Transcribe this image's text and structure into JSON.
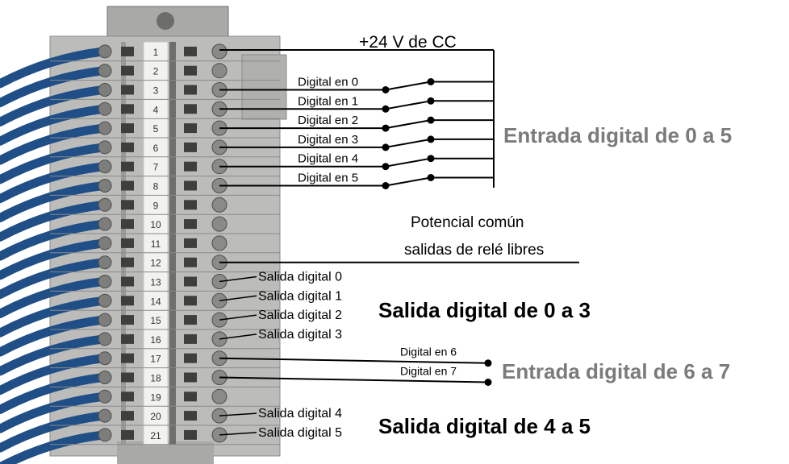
{
  "supply_label": "+24 V de CC",
  "terminal_numbers": [
    "1",
    "2",
    "3",
    "4",
    "5",
    "6",
    "7",
    "8",
    "9",
    "10",
    "11",
    "12",
    "13",
    "14",
    "15",
    "16",
    "17",
    "18",
    "19",
    "20",
    "21"
  ],
  "digital_inputs_a": [
    "Digital en 0",
    "Digital en 1",
    "Digital en 2",
    "Digital en 3",
    "Digital en 4",
    "Digital en 5"
  ],
  "group_input_0_5": "Entrada digital de 0 a 5",
  "common_label_line1": "Potencial común",
  "common_label_line2": "salidas de relé libres",
  "digital_outputs_a": [
    "Salida digital 0",
    "Salida digital 1",
    "Salida digital 2",
    "Salida digital 3"
  ],
  "group_output_0_3": "Salida digital de 0 a 3",
  "digital_inputs_b": [
    "Digital en 6",
    "Digital en 7"
  ],
  "group_input_6_7": "Entrada digital de 6 a 7",
  "digital_outputs_b": [
    "Salida digital 4",
    "Salida digital 5"
  ],
  "group_output_4_5": "Salida digital de 4 a 5",
  "colors": {
    "housing": "#b9b9b7",
    "housing_dark": "#8e8e8c",
    "label_strip": "#f2f2f0",
    "cable": "#1f4f86",
    "group_gray": "#7b7b7b",
    "wire": "#000000"
  }
}
